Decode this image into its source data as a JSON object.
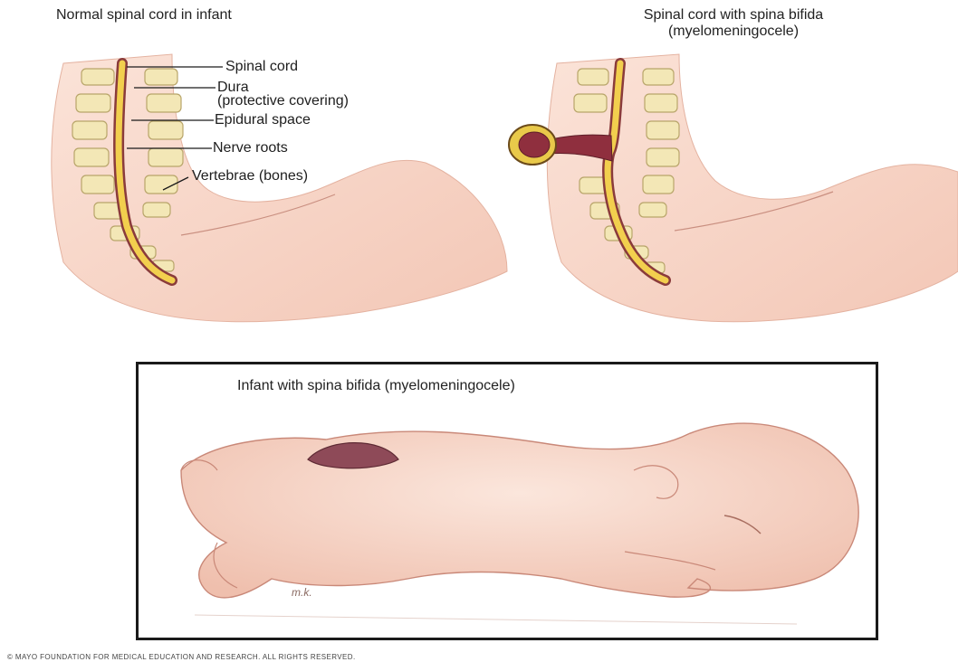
{
  "panels": {
    "normal": {
      "title": "Normal spinal cord in infant",
      "callouts": [
        {
          "label": "Spinal cord"
        },
        {
          "label": "Dura"
        },
        {
          "label": "(protective covering)"
        },
        {
          "label": "Epidural space"
        },
        {
          "label": "Nerve roots"
        },
        {
          "label": "Vertebrae (bones)"
        }
      ]
    },
    "spina_bifida": {
      "title_line1": "Spinal cord with spina bifida",
      "title_line2": "(myelomeningocele)"
    },
    "infant": {
      "title": "Infant with spina bifida (myelomeningocele)",
      "signature": "m.k."
    }
  },
  "copyright": "© MAYO FOUNDATION FOR MEDICAL EDUCATION AND RESEARCH. ALL RIGHTS RESERVED.",
  "colors": {
    "skin": "#f6d3c5",
    "skin_shadow": "#e8b3a2",
    "bone": "#f3e7b6",
    "bone_outline": "#b8a56a",
    "cord": "#f2cf4e",
    "cord_outline": "#8a3b3b",
    "sac": "#8f2f3e",
    "frame": "#1a1a1a"
  }
}
